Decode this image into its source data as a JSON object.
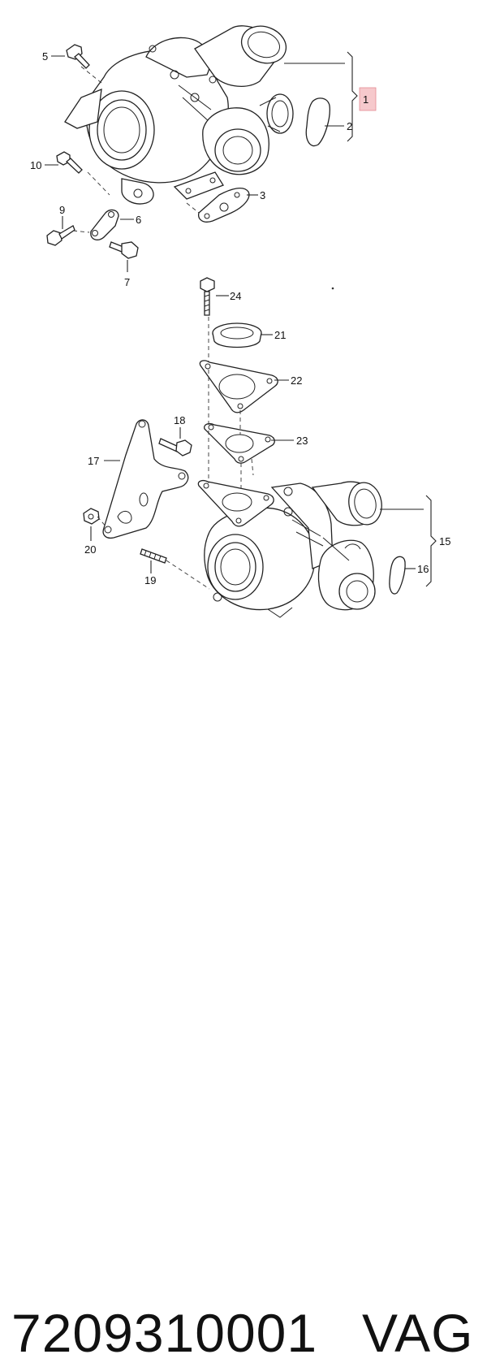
{
  "callouts": {
    "c1": "1",
    "c2": "2",
    "c3": "3",
    "c5": "5",
    "c6": "6",
    "c7": "7",
    "c9": "9",
    "c10": "10",
    "c15": "15",
    "c16": "16",
    "c17": "17",
    "c18": "18",
    "c19": "19",
    "c20": "20",
    "c21": "21",
    "c22": "22",
    "c23": "23",
    "c24": "24"
  },
  "highlight_color": "#f6c9cc",
  "footer": {
    "part_number": "7209310001",
    "brand": "VAG"
  }
}
